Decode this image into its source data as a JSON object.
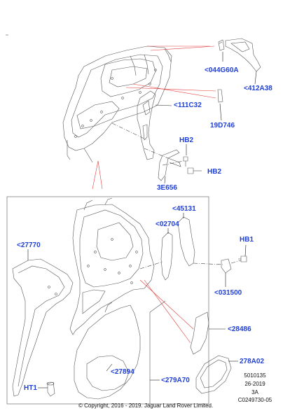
{
  "callouts": {
    "c044G60A": "<044G60A",
    "c412A38": "<412A38",
    "c111C32": "<111C32",
    "c19D746": "19D746",
    "cHB2a": "HB2",
    "cHB2b": "HB2",
    "c3E656": "3E656",
    "c45131": "<45131",
    "c02704": "<02704",
    "c27770": "<27770",
    "cHB1": "HB1",
    "c031500": "<031500",
    "c28486": "<28486",
    "c27894": "<27894",
    "c278A02": "278A02",
    "cHT1": "HT1",
    "c279A70": "<279A70"
  },
  "ref": {
    "line1": "5010135",
    "line2": "26-2019",
    "line3": "3A",
    "line4": "C0249730-05"
  },
  "copyright": "© Copyright, 2016 - 2019. Jaguar Land Rover Limited.",
  "colors": {
    "callout": "#1f3fd6",
    "leader_red": "#e23b3b",
    "line_art": "#555555"
  }
}
